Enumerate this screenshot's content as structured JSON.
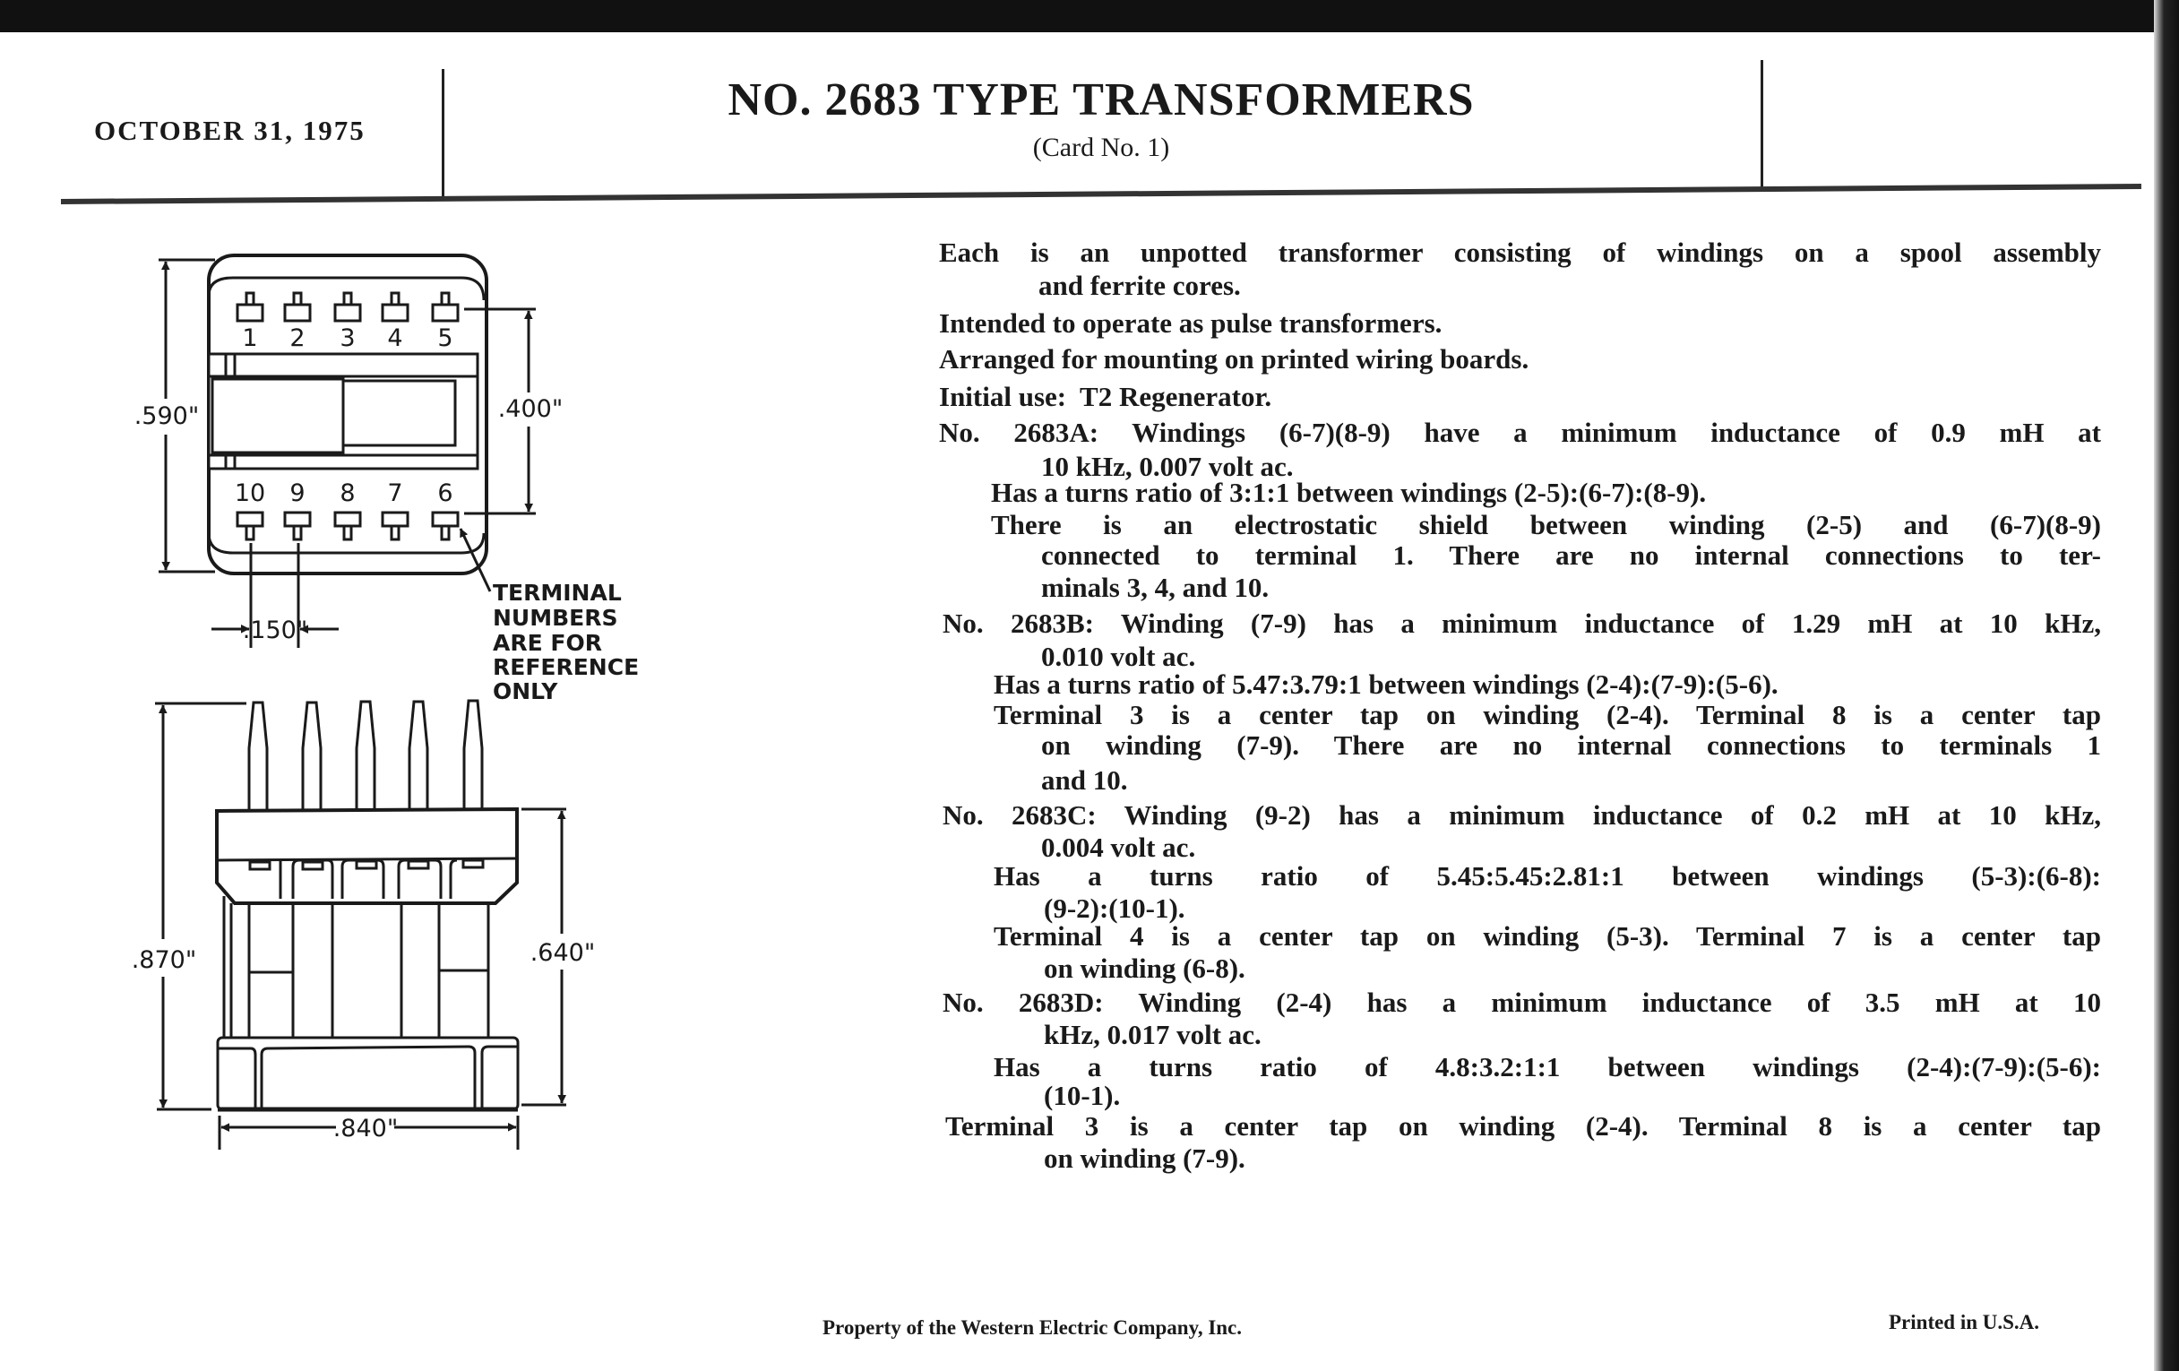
{
  "header": {
    "date": "OCTOBER 31, 1975",
    "title": "NO. 2683 TYPE TRANSFORMERS",
    "card_no": "(Card No. 1)"
  },
  "diagram": {
    "top_pins": [
      "1",
      "2",
      "3",
      "4",
      "5"
    ],
    "bottom_pins": [
      "10",
      "9",
      "8",
      "7",
      "6"
    ],
    "dim_590": ".590\"",
    "dim_400": ".400\"",
    "dim_150": ".150\"",
    "dim_870": ".870\"",
    "dim_640": ".640\"",
    "dim_840": ".840\"",
    "note": [
      "TERMINAL",
      "NUMBERS",
      "ARE FOR",
      "REFERENCE",
      "ONLY"
    ]
  },
  "spec": {
    "lines": [
      "Each is an unpotted transformer consisting of windings on a spool assembly",
      "and ferrite cores.",
      "Intended to operate as pulse transformers.",
      "Arranged for mounting on printed wiring boards.",
      "Initial use:  T2 Regenerator.",
      "No. 2683A:  Windings (6-7)(8-9) have a minimum inductance of 0.9 mH at",
      "10 kHz, 0.007 volt ac.",
      "Has a turns ratio of 3:1:1 between windings (2-5):(6-7):(8-9).",
      "There is an electrostatic shield between winding (2-5) and (6-7)(8-9)",
      "connected to terminal 1. There are no internal connections to ter-",
      "minals 3, 4, and 10.",
      "No. 2683B:  Winding (7-9) has a minimum inductance of 1.29 mH at 10 kHz,",
      "0.010 volt ac.",
      "Has a turns ratio of 5.47:3.79:1 between windings (2-4):(7-9):(5-6).",
      "Terminal 3 is a center tap on winding (2-4). Terminal 8 is a center tap",
      "on winding (7-9). There are no internal connections to terminals 1",
      "and 10.",
      "No. 2683C:  Winding (9-2) has a minimum inductance of 0.2 mH at 10 kHz,",
      "0.004 volt ac.",
      "Has a turns ratio of 5.45:5.45:2.81:1 between windings (5-3):(6-8):",
      "(9-2):(10-1).",
      "Terminal 4 is a center tap on winding (5-3). Terminal 7 is a center tap",
      "on winding (6-8).",
      "No. 2683D:  Winding (2-4) has a minimum inductance of 3.5 mH at 10",
      "kHz, 0.017 volt ac.",
      "Has a turns ratio of 4.8:3.2:1:1 between windings (2-4):(7-9):(5-6):",
      "(10-1).",
      "Terminal 3 is a center tap on winding (2-4). Terminal 8 is a center tap",
      "on winding (7-9)."
    ]
  },
  "footer": {
    "property": "Property of the Western Electric Company, Inc.",
    "printed": "Printed in U.S.A."
  }
}
